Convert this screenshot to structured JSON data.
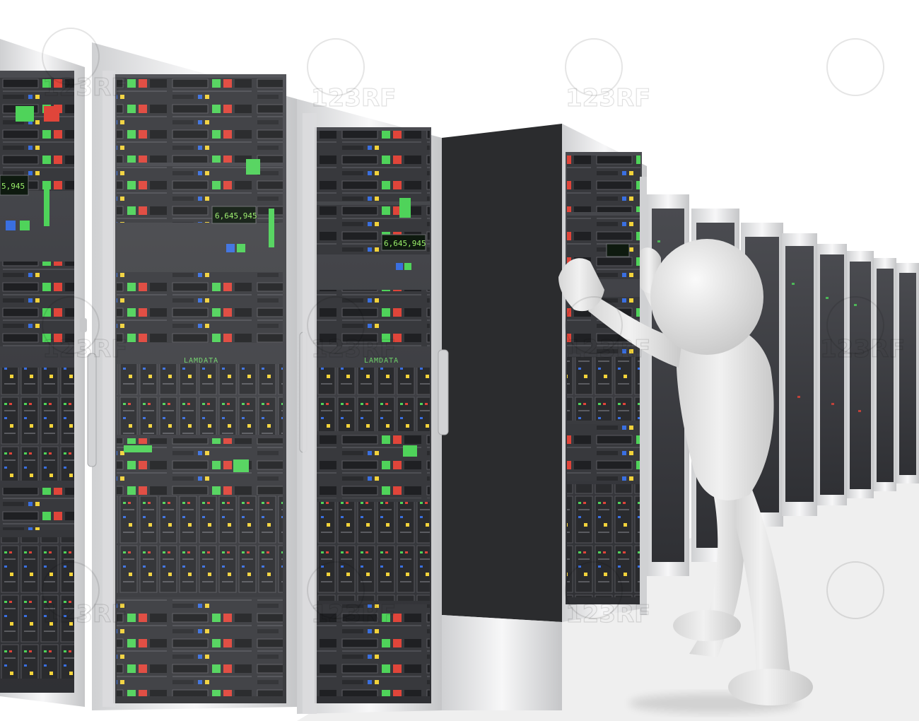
{
  "scene": {
    "rack_lcd_readouts": [
      "6,645,945",
      "6,645,945",
      "5,945"
    ],
    "rack_labels": [
      "LAMDATA",
      "LAMDATA"
    ],
    "watermark": "123RF",
    "colors": {
      "rack_panel": "#3c3d41",
      "rack_frame": "#e9e9ea",
      "rack_door_dark": "#2b2c2e",
      "led_green": "#4fd35a",
      "led_red": "#e0453a",
      "led_blue": "#3a6fe0",
      "led_yellow": "#f2d23a",
      "floor": "#eeeeee",
      "figure": "#e7e7e7"
    }
  }
}
